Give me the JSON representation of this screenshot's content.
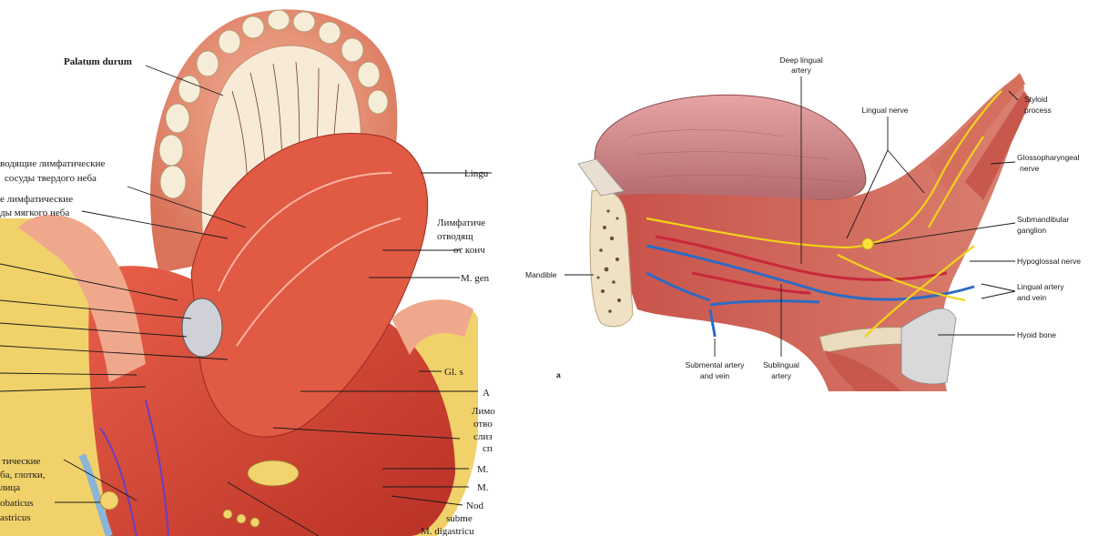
{
  "left_figure": {
    "labels": {
      "palatum": "Palatum durum",
      "lymph_hard_1": "водящие лимфатические",
      "lymph_hard_2": "сосуды твердого неба",
      "lymph_soft_1": "е лимфатические",
      "lymph_soft_2": "ды мягкого неба",
      "lingu": "Lingu",
      "lymph_r1": "Лимфатиче",
      "lymph_r2": "отводящ",
      "lymph_r3": "от конч",
      "m_gen": "M. gen",
      "gl": "Gl. s",
      "a": "A",
      "lymph_r4": "Лимо",
      "lymph_r5": "отво",
      "lymph_r6": "слиз",
      "lymph_r7": "сп",
      "m1": "M.",
      "m2": "M.",
      "nod": "Nod",
      "subm": "submе",
      "m_digastric": "M. digastricu",
      "lymph_bl_1": "тические",
      "lymph_bl_2": "ба, глотки,",
      "lymph_bl_3": "лица",
      "obaticus": "obaticus",
      "astricus": "astricus"
    }
  },
  "right_figure": {
    "labels": {
      "deep_lingual_1": "Deep lingual",
      "deep_lingual_2": "artery",
      "lingual_nerve": "Lingual nerve",
      "styloid_1": "Styloid",
      "styloid_2": "process",
      "glosso_1": "Glossopharyngeal",
      "glosso_2": "nerve",
      "submand_1": "Submandibular",
      "submand_2": "ganglion",
      "hypoglossal": "Hypoglossal nerve",
      "lingual_av_1": "Lingual artery",
      "lingual_av_2": "and vein",
      "hyoid": "Hyoid bone",
      "mandible": "Mandible",
      "submental_1": "Submental artery",
      "submental_2": "and vein",
      "sublingual_1": "Sublingual",
      "sublingual_2": "artery",
      "panel_letter": "a"
    }
  }
}
